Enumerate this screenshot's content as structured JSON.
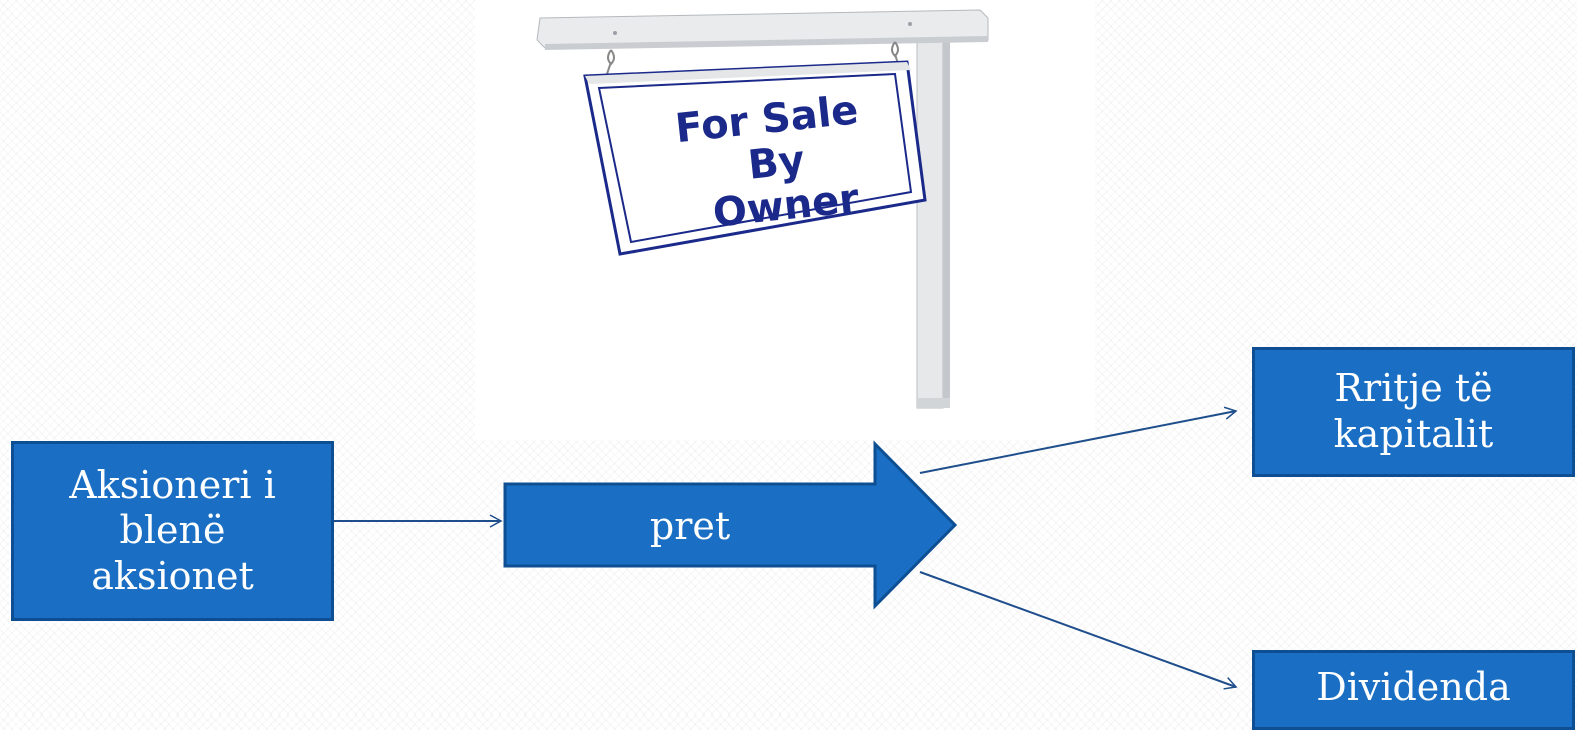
{
  "photo": {
    "sign_line1": "For Sale",
    "sign_line2": "By",
    "sign_line3": "Owner"
  },
  "diagram": {
    "buyer_line1": "Aksioneri i",
    "buyer_line2": "blenë",
    "buyer_line3": "aksionet",
    "center_label": "pret",
    "growth_line1": "Rritje të",
    "growth_line2": "kapitalit",
    "dividend_label": "Dividenda"
  },
  "colors": {
    "box_fill": "#1a6fc4",
    "box_border": "#0d4f92",
    "connector": "#1f4e8c",
    "sign_text": "#1b2a8a"
  }
}
